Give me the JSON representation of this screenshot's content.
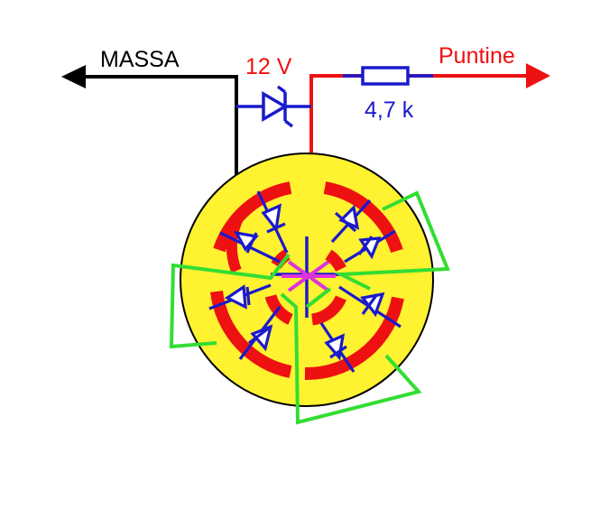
{
  "labels": {
    "ground": "MASSA",
    "zener": "12 V",
    "resistor": "4,7 k",
    "output": "Puntine"
  },
  "colors": {
    "ground_wire": "#000000",
    "supply_wire": "#ee1111",
    "components": "#1a1acc",
    "disc_fill": "#fff230",
    "sector_arc": "#ee1111",
    "jumper_wire": "#33dd33",
    "center_mark": "#dd33dd"
  },
  "icons": {
    "ground_arrow": "arrow-left-icon",
    "output_arrow": "arrow-right-icon",
    "zener": "zener-diode-icon",
    "resistor": "resistor-icon",
    "diode": "diode-icon"
  }
}
